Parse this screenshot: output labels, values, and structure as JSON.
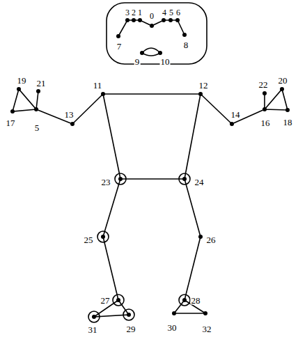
{
  "diagram": {
    "labels": [
      "0",
      "1",
      "2",
      "3",
      "4",
      "5",
      "6",
      "7",
      "8",
      "9",
      "10",
      "11",
      "12",
      "13",
      "14",
      "5",
      "16",
      "17",
      "18",
      "19",
      "20",
      "21",
      "22",
      "23",
      "24",
      "25",
      "26",
      "27",
      "28",
      "29",
      "30",
      "31",
      "32"
    ]
  }
}
